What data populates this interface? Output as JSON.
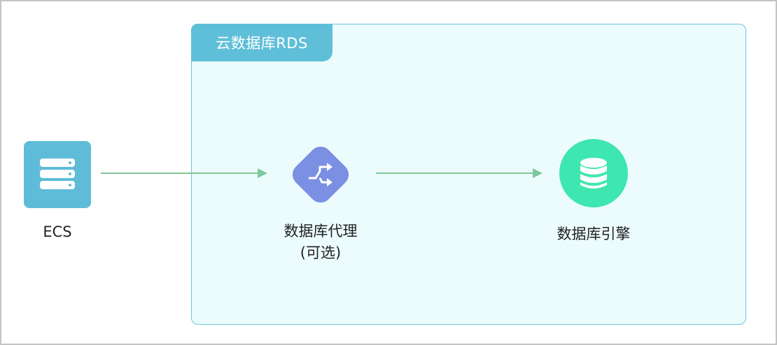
{
  "group": {
    "title": "云数据库RDS"
  },
  "nodes": {
    "ecs": {
      "label": "ECS",
      "icon": "server-stack-icon",
      "color": "#5ebcd8"
    },
    "proxy": {
      "label_line1": "数据库代理",
      "label_line2": "(可选)",
      "icon": "route-switch-icon",
      "color": "#7b8fe3"
    },
    "engine": {
      "label": "数据库引擎",
      "icon": "database-icon",
      "color": "#3ee6b0"
    }
  },
  "connections": [
    {
      "from": "ecs",
      "to": "proxy"
    },
    {
      "from": "proxy",
      "to": "engine"
    }
  ],
  "colors": {
    "arrow": "#7fc89b",
    "group_border": "#6cc4dc",
    "group_fill": "#ecfcfd",
    "tab": "#5fbfd9"
  }
}
